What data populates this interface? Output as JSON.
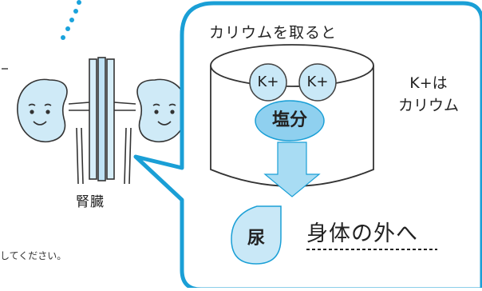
{
  "kidney": {
    "label": "腎臓"
  },
  "panel": {
    "heading": "カリウムを取ると",
    "ions": [
      "K+",
      "K+"
    ],
    "salt": "塩分",
    "urine": "尿",
    "out_label": "身体の外へ",
    "side_note": [
      "K+は",
      "カリウム"
    ]
  },
  "footnote": "してください。",
  "colors": {
    "border_blue": "#1a9fd6",
    "bubble_blue": "#bfe4f6",
    "arrow_blue": "#a8dcf3",
    "kidney_fill": "#cfeaf7",
    "dots": "#1aa3dc"
  }
}
